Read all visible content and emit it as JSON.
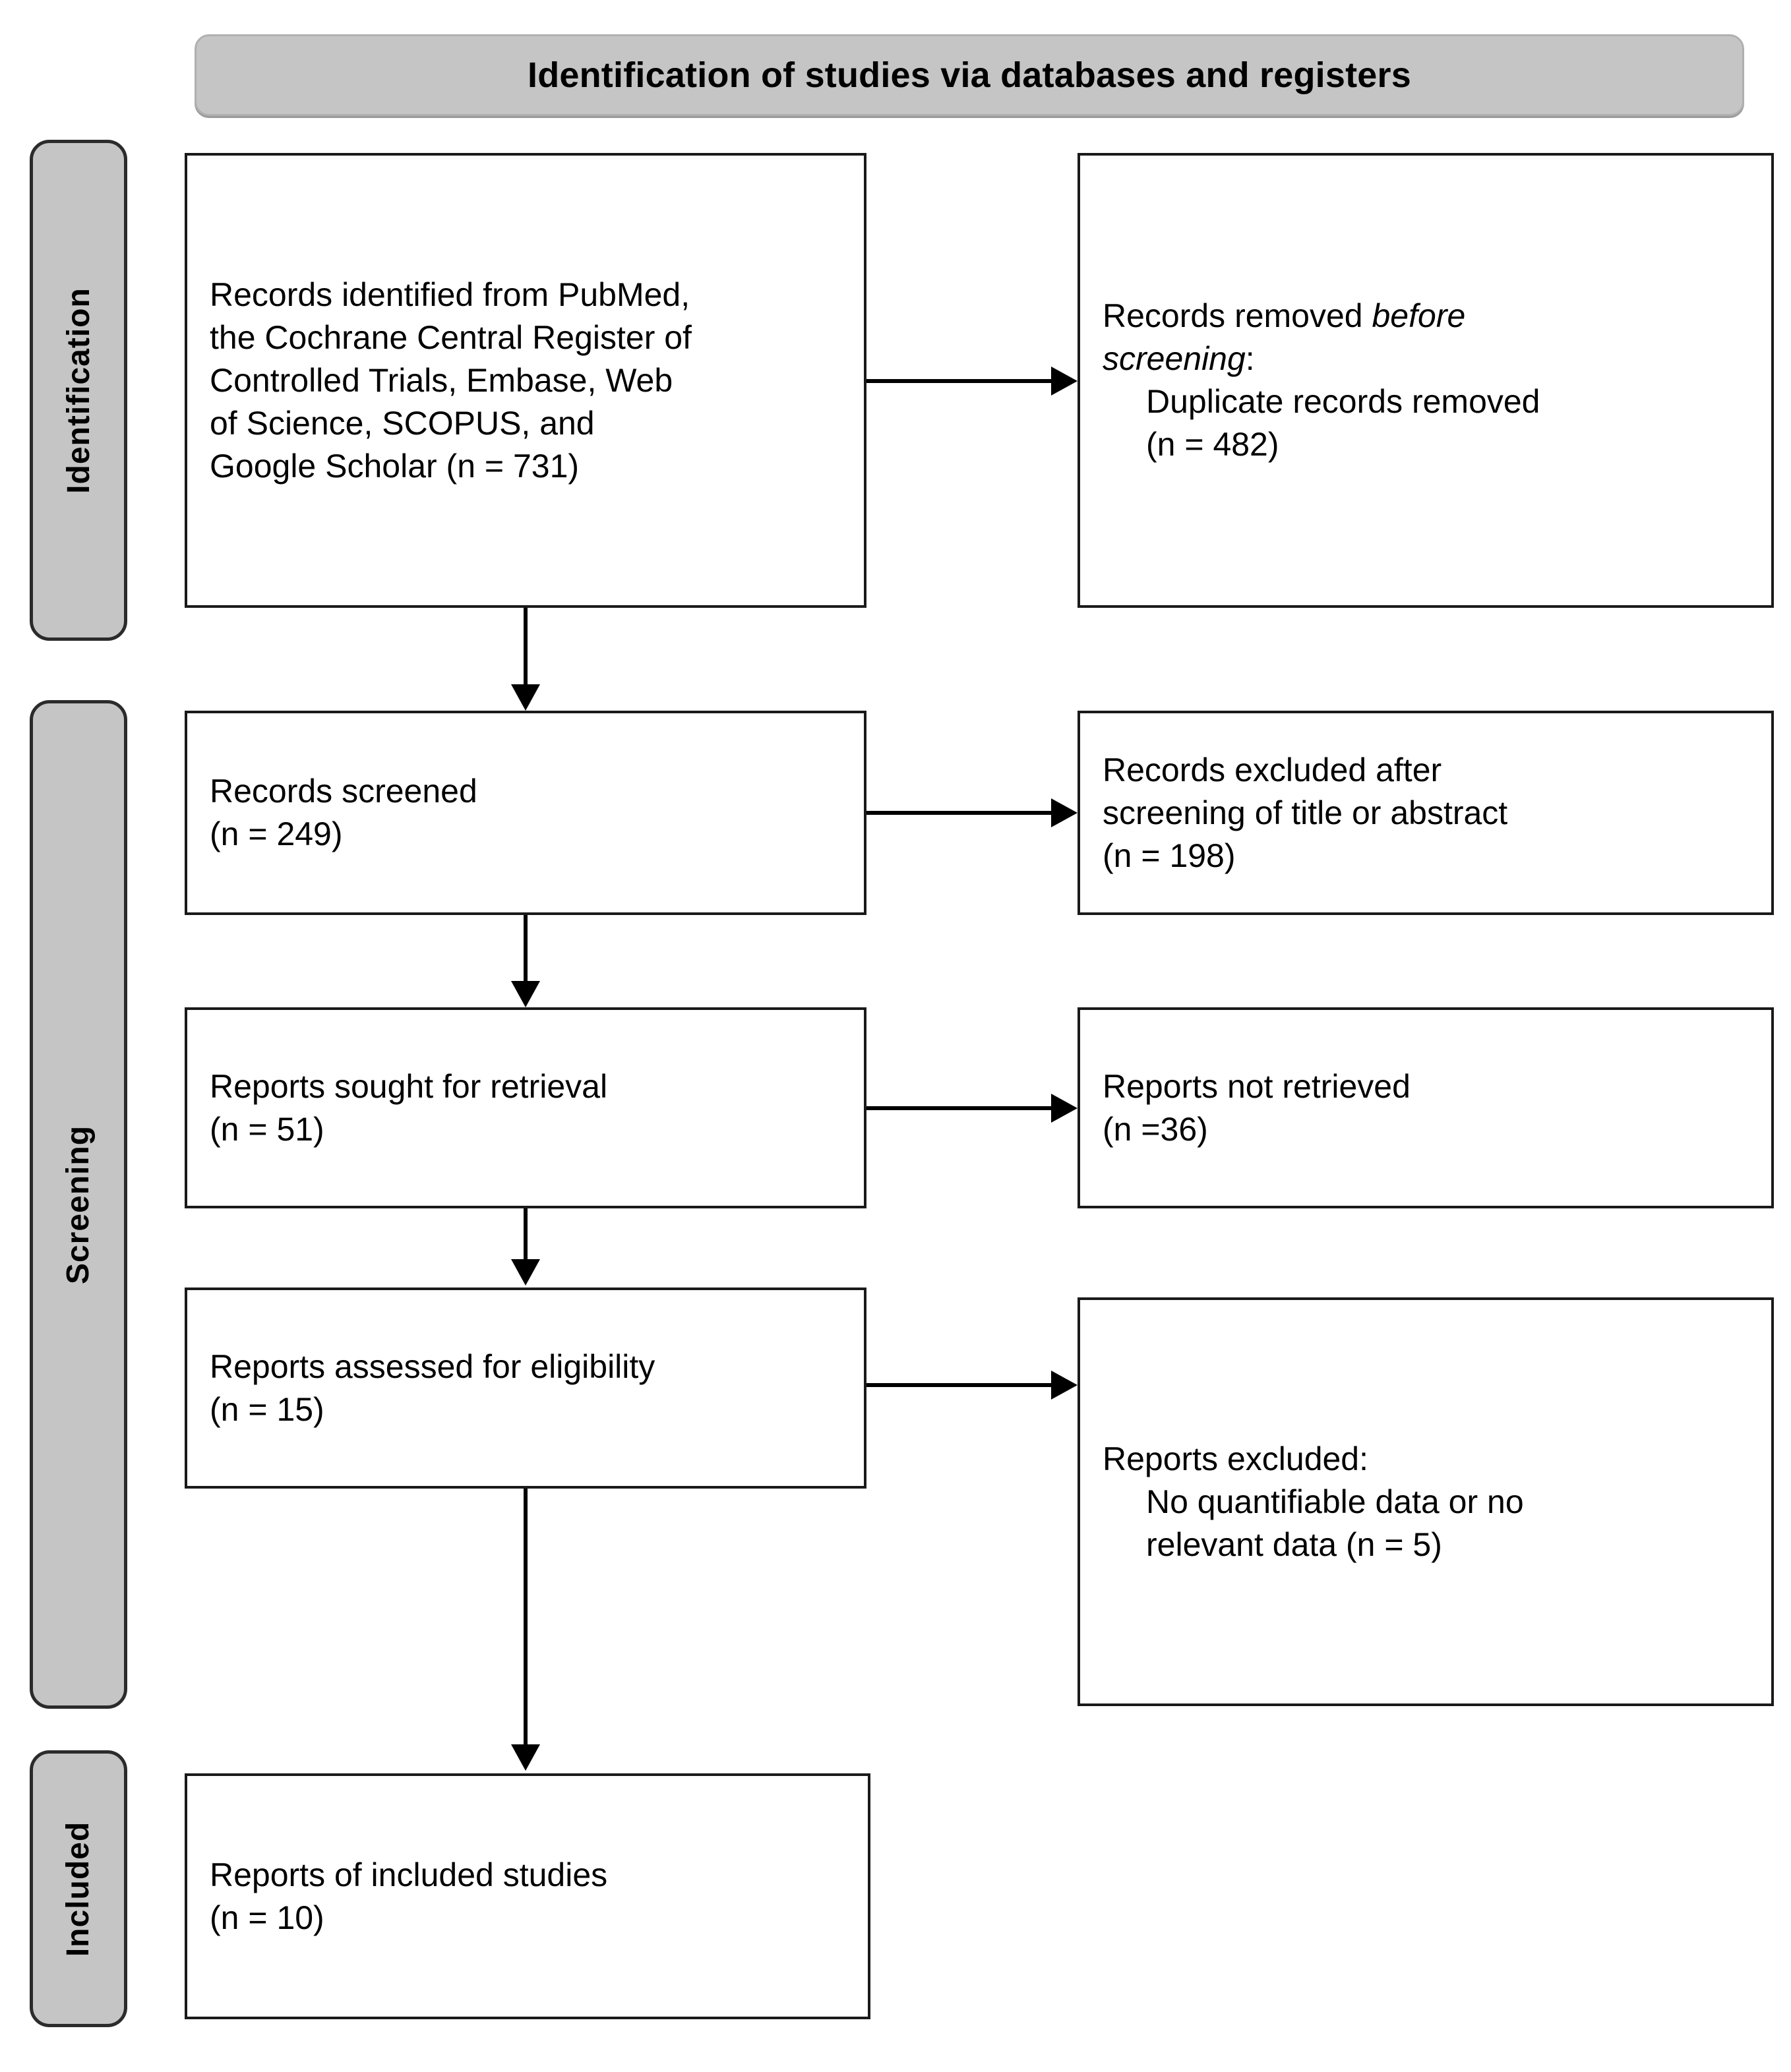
{
  "banner": {
    "title": "Identification of studies via databases and registers"
  },
  "stages": [
    {
      "id": "identification",
      "label": "Identification"
    },
    {
      "id": "screening",
      "label": "Screening"
    },
    {
      "id": "included",
      "label": "Included"
    }
  ],
  "boxes": {
    "identified": {
      "line1": "Records identified from PubMed,",
      "line2": "the Cochrane Central Register of",
      "line3": "Controlled Trials, Embase, Web",
      "line4": "of Science, SCOPUS, and",
      "line5": "Google Scholar (n = 731)"
    },
    "removed": {
      "line1_a": "Records removed ",
      "line1_b": "before",
      "line2_italic": "screening",
      "line2_colon": ":",
      "line3_indent": "Duplicate records removed",
      "line4_indent": "(n = 482)"
    },
    "screened": {
      "line1": "Records screened",
      "line2": "(n = 249)"
    },
    "excluded_screening": {
      "line1": "Records excluded after",
      "line2": "screening of title or abstract",
      "line3": "(n = 198)"
    },
    "sought": {
      "line1": "Reports sought for retrieval",
      "line2": "(n = 51)"
    },
    "not_retrieved": {
      "line1": "Reports not retrieved",
      "line2": "(n =36)"
    },
    "assessed": {
      "line1": "Reports assessed for eligibility",
      "line2": "(n = 15)"
    },
    "excluded_reports": {
      "line1": "Reports excluded:",
      "line2_indent": "No quantifiable data or no",
      "line3_indent": "relevant data (n = 5)"
    },
    "included_studies": {
      "line1": "Reports of included studies",
      "line2": "(n = 10)"
    }
  },
  "colors": {
    "banner_fill": "#c5c5c5",
    "stage_fill": "#c5c5c5",
    "box_border": "#1a1a1a",
    "connector": "#000000",
    "text": "#000000",
    "page_background": "#ffffff"
  }
}
